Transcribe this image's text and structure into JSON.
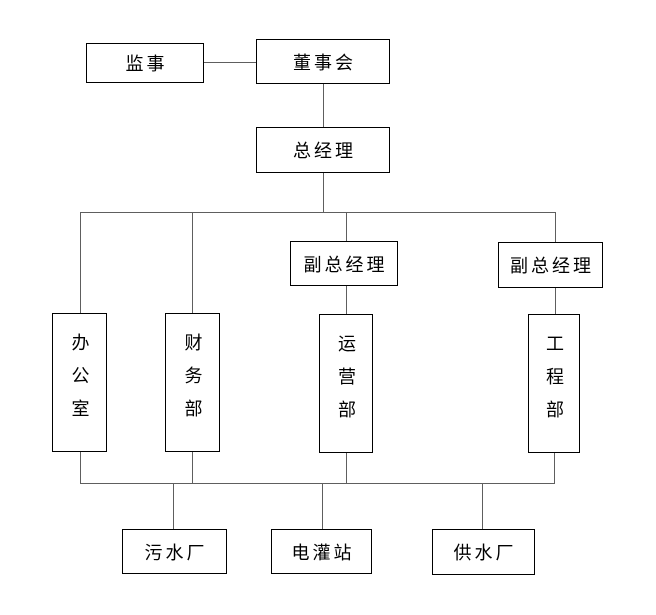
{
  "diagram": {
    "type": "org-chart",
    "background_color": "#ffffff",
    "box_border_color": "#000000",
    "connector_color": "#5e5e5e",
    "text_color": "#000000",
    "nodes": {
      "supervisor": "监事",
      "board": "董事会",
      "general_manager": "总经理",
      "deputy_gm_1": "副总经理",
      "deputy_gm_2": "副总经理",
      "office": "办公室",
      "finance_dept": "财务部",
      "operations_dept": "运营部",
      "engineering_dept": "工程部",
      "sewage_plant": "污水厂",
      "pumping_station": "电灌站",
      "water_plant": "供水厂"
    },
    "edges": [
      {
        "from": "supervisor",
        "to": "board"
      },
      {
        "from": "board",
        "to": "general_manager"
      },
      {
        "from": "general_manager",
        "to": "office"
      },
      {
        "from": "general_manager",
        "to": "finance_dept"
      },
      {
        "from": "general_manager",
        "to": "deputy_gm_1"
      },
      {
        "from": "general_manager",
        "to": "deputy_gm_2"
      },
      {
        "from": "deputy_gm_1",
        "to": "operations_dept"
      },
      {
        "from": "deputy_gm_2",
        "to": "engineering_dept"
      },
      {
        "from": "office",
        "to": "shared-bus"
      },
      {
        "from": "finance_dept",
        "to": "shared-bus"
      },
      {
        "from": "operations_dept",
        "to": "shared-bus"
      },
      {
        "from": "engineering_dept",
        "to": "shared-bus"
      },
      {
        "from": "shared-bus",
        "to": "sewage_plant"
      },
      {
        "from": "shared-bus",
        "to": "pumping_station"
      },
      {
        "from": "shared-bus",
        "to": "water_plant"
      }
    ]
  }
}
